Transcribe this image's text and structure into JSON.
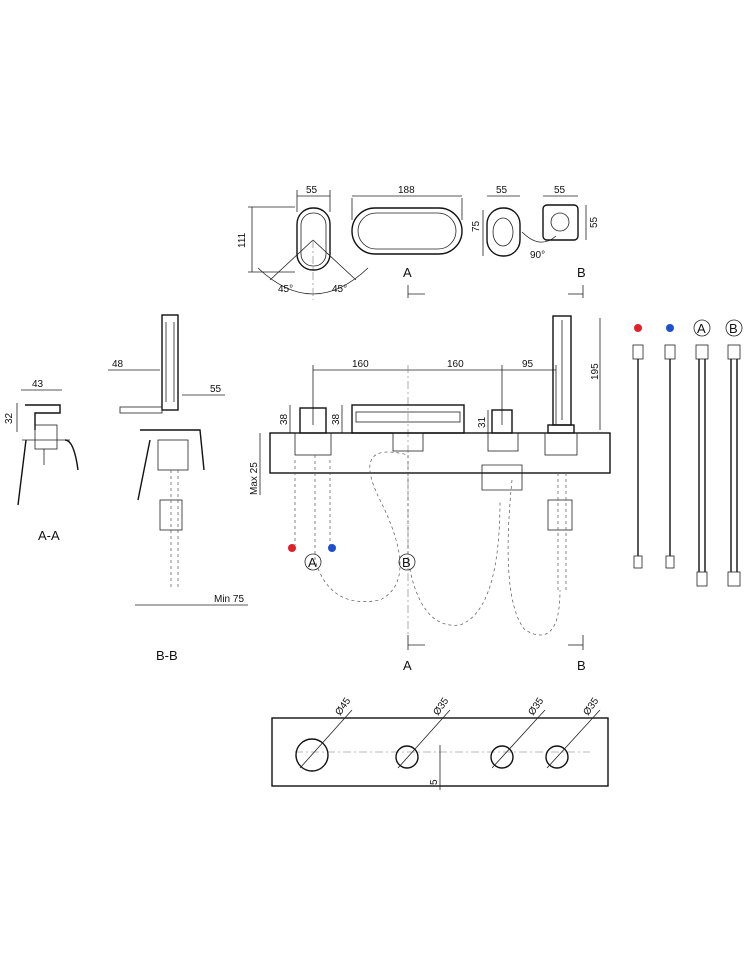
{
  "colors": {
    "hot": "#e0202a",
    "cold": "#1f4fd1",
    "line": "#222222"
  },
  "top_view": {
    "dim_handle_w": "55",
    "dim_handle_h": "111",
    "angle_left": "45°",
    "angle_right": "45°",
    "dim_spout_w": "188",
    "dim_div_w": "55",
    "dim_div_h": "75",
    "dim_shower_w": "55",
    "dim_shower_h": "55",
    "angle_shower": "90°",
    "marker_a": "A",
    "marker_b": "B"
  },
  "section_aa": {
    "title": "A-A",
    "dim_w": "43",
    "dim_h": "32"
  },
  "section_bb": {
    "title": "B-B",
    "dim_left": "48",
    "dim_right": "55",
    "dim_min": "Min 75"
  },
  "front_view": {
    "dim_spacing_1": "160",
    "dim_spacing_2": "160",
    "dim_spacing_3": "95",
    "dim_shower_h": "195",
    "dim_handle_h": "38",
    "dim_spout_h": "38",
    "dim_div_h": "31",
    "dim_max_deck": "Max 25",
    "hose_a": "A",
    "hose_b": "B",
    "marker_a_top": "A",
    "marker_b_top": "B",
    "marker_a_bottom": "A",
    "marker_b_bottom": "B"
  },
  "hoses": {
    "label_a": "A",
    "label_b": "B"
  },
  "plate": {
    "dia_1": "Ø45",
    "dia_2": "Ø35",
    "dia_3": "Ø35",
    "dia_4": "Ø35",
    "dim_offset": "5"
  }
}
